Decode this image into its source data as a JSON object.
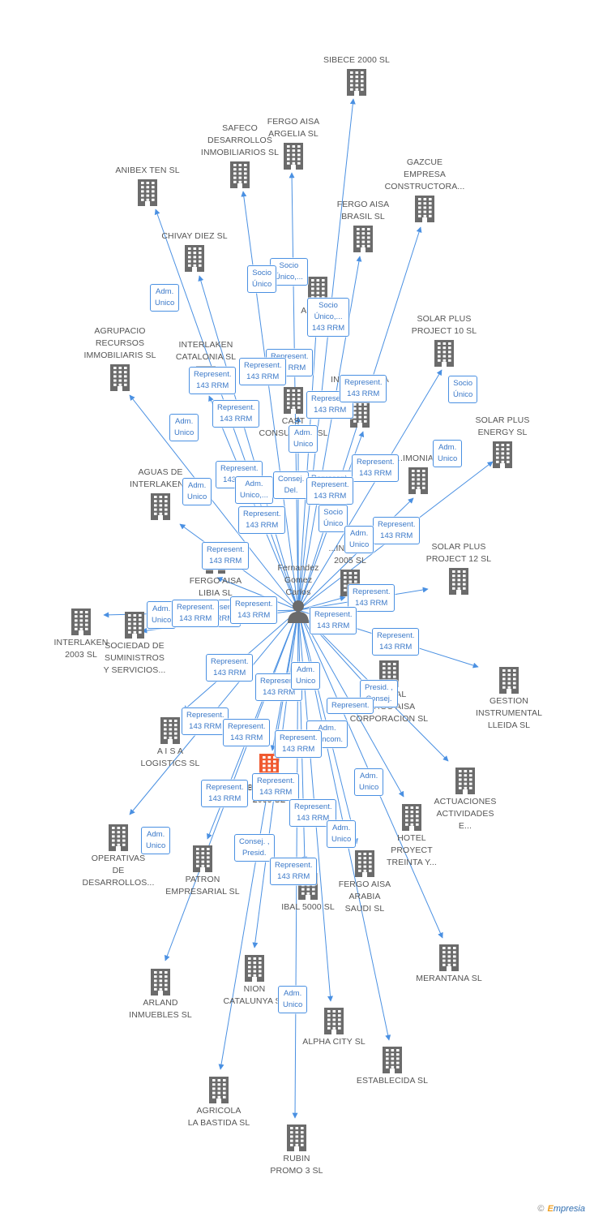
{
  "colors": {
    "edge": "#4a90e2",
    "building": "#6b6b6b",
    "highlight": "#f05a30",
    "person": "#6b6b6b"
  },
  "center": {
    "label": "Fernandez\nGomez\nCarlos",
    "icon": "person-icon"
  },
  "nodes": [
    {
      "id": "sibece",
      "label": "SIBECE 2000 SL",
      "icon": "building-icon"
    },
    {
      "id": "fergo_argelia",
      "label": "FERGO AISA\nARGELIA SL",
      "icon": "building-icon"
    },
    {
      "id": "safeco",
      "label": "SAFECO\nDESARROLLOS\nINMOBILIARIOS SL",
      "icon": "building-icon"
    },
    {
      "id": "gazcue",
      "label": "GAZCUE\nEMPRESA\nCONSTRUCTORA...",
      "icon": "building-icon"
    },
    {
      "id": "anibex",
      "label": "ANIBEX TEN SL",
      "icon": "building-icon"
    },
    {
      "id": "fergo_brasil",
      "label": "FERGO AISA\nBRASIL SL",
      "icon": "building-icon"
    },
    {
      "id": "chivay",
      "label": "CHIVAY DIEZ SL",
      "icon": "building-icon"
    },
    {
      "id": "acri",
      "label": "ACRI SL",
      "icon": "building-icon"
    },
    {
      "id": "solar10",
      "label": "SOLAR PLUS\nPROJECT 10 SL",
      "icon": "building-icon"
    },
    {
      "id": "agrupacio",
      "label": "AGRUPACIO\nRECURSOS\nIMMOBILIARIS SL",
      "icon": "building-icon"
    },
    {
      "id": "interlaken_cat",
      "label": "INTERLAKEN\nCATALONIA SL",
      "icon": "building-icon"
    },
    {
      "id": "inmobiliaria_c",
      "label": "INMOBILIARIA\nC...",
      "icon": "building-icon"
    },
    {
      "id": "cast",
      "label": "CAST\nCONSULTING SL",
      "icon": "building-icon"
    },
    {
      "id": "solar_energy",
      "label": "SOLAR PLUS\nENERGY SL",
      "icon": "building-icon"
    },
    {
      "id": "aguas",
      "label": "AGUAS DE\nINTERLAKEN...",
      "icon": "building-icon"
    },
    {
      "id": "patrimonia",
      "label": "...IMONIA...",
      "icon": "building-icon"
    },
    {
      "id": "fergo_libia",
      "label": "FERGO AISA\nLIBIA SL",
      "icon": "building-icon"
    },
    {
      "id": "inmob_2005",
      "label": "...INMOB...\n2005 SL",
      "icon": "building-icon"
    },
    {
      "id": "solar12",
      "label": "SOLAR PLUS\nPROJECT 12 SL",
      "icon": "building-icon"
    },
    {
      "id": "interlaken2003",
      "label": "INTERLAKEN\n2003 SL",
      "icon": "building-icon"
    },
    {
      "id": "suministros",
      "label": "SOCIEDAD DE\nSUMINISTROS\nY SERVICIOS...",
      "icon": "building-icon"
    },
    {
      "id": "global_fergo",
      "label": "GLOBAL\nFERGO AISA\nCORPORACION SL",
      "icon": "building-icon"
    },
    {
      "id": "gestion",
      "label": "GESTION\nINSTRUMENTAL\nLLEIDA SL",
      "icon": "building-icon"
    },
    {
      "id": "aisa_logistics",
      "label": "A I S A\nLOGISTICS SL",
      "icon": "building-icon"
    },
    {
      "id": "barres",
      "label": "BARRES...\n2005 SL",
      "icon": "building-icon",
      "highlight": true
    },
    {
      "id": "actuaciones",
      "label": "ACTUACIONES\nACTIVIDADES\nE...",
      "icon": "building-icon"
    },
    {
      "id": "operativas",
      "label": "OPERATIVAS\nDE\nDESARROLLOS...",
      "icon": "building-icon"
    },
    {
      "id": "hotel",
      "label": "HOTEL\nPROYECT\nTREINTA Y...",
      "icon": "building-icon"
    },
    {
      "id": "patron",
      "label": "PATRON\nEMPRESARIAL SL",
      "icon": "building-icon"
    },
    {
      "id": "fergo_arabia",
      "label": "FERGO AISA\nARABIA\nSAUDI SL",
      "icon": "building-icon"
    },
    {
      "id": "ibal",
      "label": "IBAL 5000 SL",
      "icon": "building-icon"
    },
    {
      "id": "merantana",
      "label": "MERANTANA SL",
      "icon": "building-icon"
    },
    {
      "id": "arland",
      "label": "ARLAND\nINMUEBLES SL",
      "icon": "building-icon"
    },
    {
      "id": "nion",
      "label": "NION\nCATALUNYA SL",
      "icon": "building-icon"
    },
    {
      "id": "alpha",
      "label": "ALPHA CITY SL",
      "icon": "building-icon"
    },
    {
      "id": "establecida",
      "label": "ESTABLECIDA SL",
      "icon": "building-icon"
    },
    {
      "id": "agricola",
      "label": "AGRICOLA\nLA BASTIDA SL",
      "icon": "building-icon"
    },
    {
      "id": "rubin",
      "label": "RUBIN\nPROMO 3 SL",
      "icon": "building-icon"
    }
  ],
  "edge_labels": [
    "Socio\nÚnico,...",
    "Socio\nÚnico",
    "Adm.\nUnico",
    "Socio\nÚnico,...\n143 RRM",
    "Represent.\n143 RRM",
    "Represent.\n143 RRM",
    "Represent.\n143 RRM",
    "Represent.\n143 RRM",
    "Represent.\n143 RRM",
    "Represent.\n143 RRM",
    "Socio\nÚnico",
    "Adm.\nUnico",
    "Adm.\nUnico",
    "Adm.\nUnico",
    "Represent.\n143 RRM",
    "Represent.\n143 RRM",
    "Adm.\nUnico",
    "Represent.\n143 RRM",
    "Adm.\nUnico,...",
    "Consej.\nDel.",
    "Represent.\n143 RRM",
    "Represent.\n143 RRM",
    "Socio\nÚnico",
    "Represent.\n143 RRM",
    "Adm.\nUnico",
    "Represent.\n143 RRM",
    "Adm.\nUnico",
    "Represent.\n143 RRM",
    "Represent.\n143 RRM",
    "Represent.\n143 RRM",
    "Represent.\n143 RRM",
    "Represent.\n143 RRM",
    "Represent.\n143 RRM",
    "Represent.\n143 RRM",
    "Adm.\nUnico",
    "Presid. ,\nConsej.",
    "Represent.",
    "Represent.\n143 RRM",
    "Represent.\n143 RRM",
    "Adm.\nMancom.",
    "Represent.\n143 RRM",
    "Represent.\n143 RRM",
    "Represent.\n143 RRM",
    "Adm.\nUnico",
    "Adm.\nUnico",
    "Represent.\n143 RRM",
    "Adm.\nUnico",
    "Consej. ,\nPresid.",
    "Represent.\n143 RRM",
    "Adm.\nUnico",
    "Represent.\n143 RRM"
  ],
  "footer": {
    "copyright": "©",
    "brand_first": "E",
    "brand_rest": "mpresia"
  }
}
